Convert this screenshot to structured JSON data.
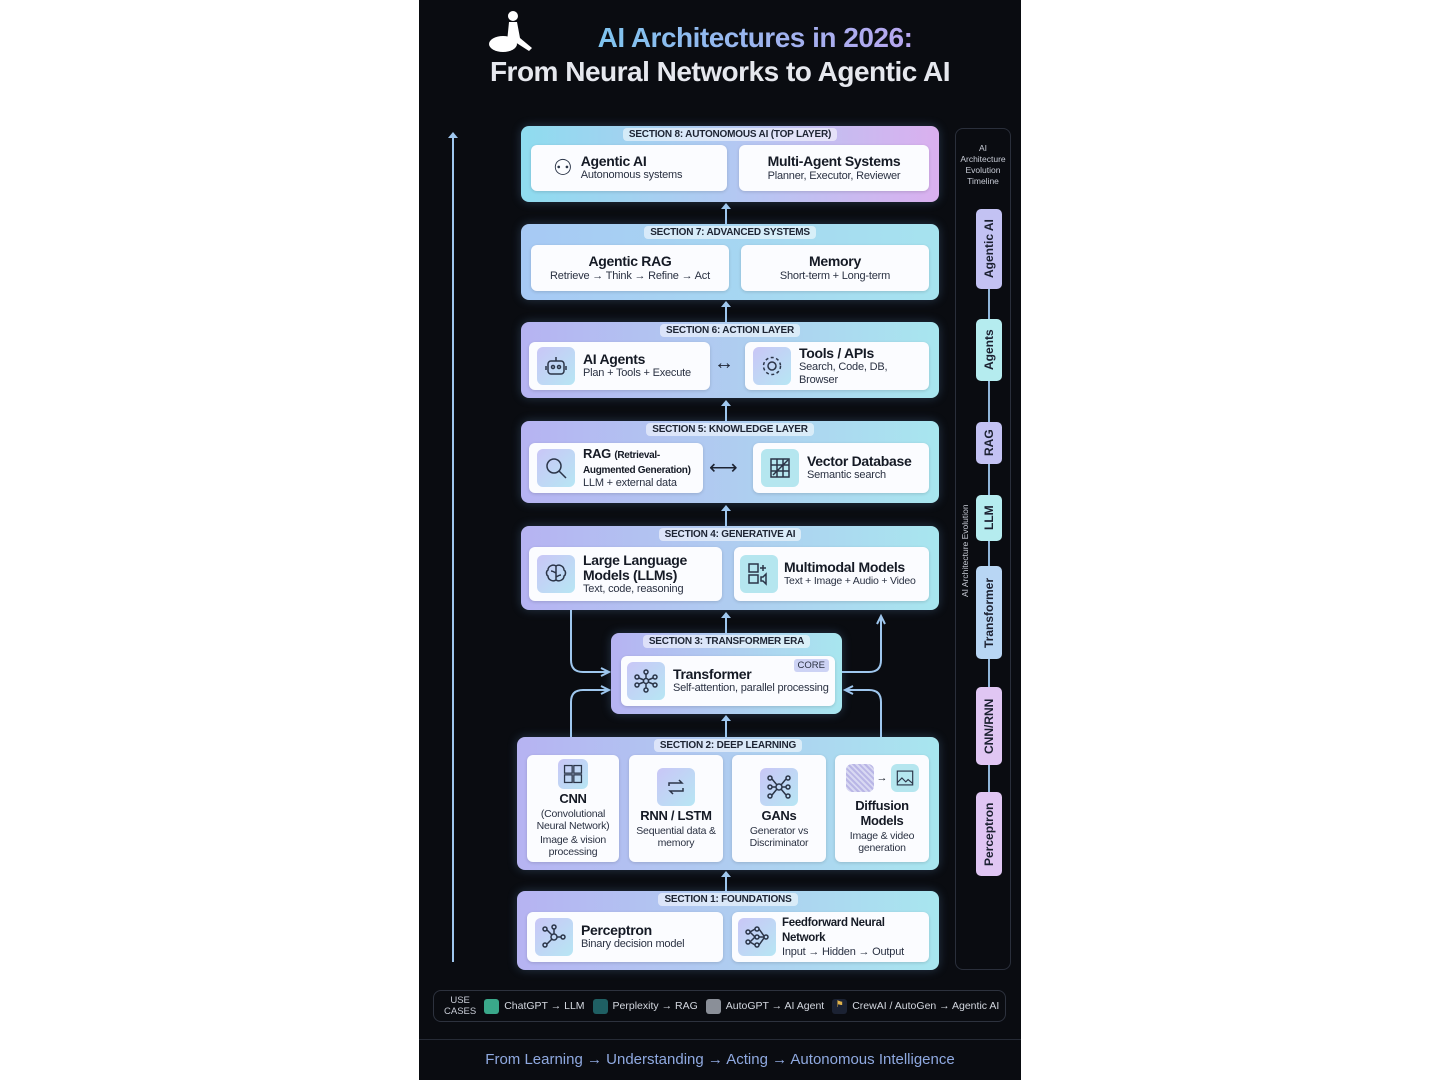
{
  "header": {
    "title_line1": "AI Architectures in 2026:",
    "title_line2": "From Neural Networks to Agentic AI"
  },
  "sections": {
    "s8": {
      "label": "SECTION 8: AUTONOMOUS AI (TOP LAYER)",
      "cards": [
        {
          "title": "Agentic AI",
          "subtitle": "Autonomous systems",
          "icon": "robots-icon"
        },
        {
          "title": "Multi-Agent Systems",
          "subtitle": "Planner, Executor, Reviewer"
        }
      ]
    },
    "s7": {
      "label": "SECTION 7: ADVANCED SYSTEMS",
      "cards": [
        {
          "title": "Agentic RAG",
          "subtitle": "Retrieve → Think → Refine → Act"
        },
        {
          "title": "Memory",
          "subtitle": "Short-term + Long-term"
        }
      ]
    },
    "s6": {
      "label": "SECTION 6: ACTION LAYER",
      "connector": "↔",
      "cards": [
        {
          "title": "AI Agents",
          "subtitle": "Plan + Tools + Execute",
          "icon": "robot-icon"
        },
        {
          "title": "Tools / APIs",
          "subtitle": "Search, Code, DB, Browser",
          "icon": "gear-icon"
        }
      ]
    },
    "s5": {
      "label": "SECTION 5: KNOWLEDGE LAYER",
      "connector": "⟷",
      "cards": [
        {
          "title": "RAG",
          "title_note": "(Retrieval-Augmented Generation)",
          "subtitle": "LLM + external data",
          "icon": "search-icon"
        },
        {
          "title": "Vector Database",
          "subtitle": "Semantic search",
          "icon": "vector-grid-icon"
        }
      ]
    },
    "s4": {
      "label": "SECTION 4: GENERATIVE AI",
      "cards": [
        {
          "title": "Large Language Models (LLMs)",
          "subtitle": "Text, code, reasoning",
          "icon": "brain-icon"
        },
        {
          "title": "Multimodal Models",
          "subtitle": "Text + Image + Audio + Video",
          "icon": "multimodal-icon"
        }
      ]
    },
    "s3": {
      "label": "SECTION 3: TRANSFORMER ERA",
      "badge": "CORE",
      "cards": [
        {
          "title": "Transformer",
          "subtitle": "Self-attention, parallel processing",
          "icon": "network-icon"
        }
      ]
    },
    "s2": {
      "label": "SECTION 2: DEEP LEARNING",
      "cards": [
        {
          "title": "CNN",
          "title_note": "(Convolutional Neural Network)",
          "subtitle": "Image & vision processing",
          "icon": "image-grid-icon"
        },
        {
          "title": "RNN / LSTM",
          "subtitle": "Sequential data & memory",
          "icon": "loop-icon"
        },
        {
          "title": "GANs",
          "subtitle": "Generator vs Discriminator",
          "icon": "gan-network-icon"
        },
        {
          "title": "Diffusion Models",
          "subtitle": "Image & video generation",
          "icon": "noise-to-image-icon"
        }
      ]
    },
    "s1": {
      "label": "SECTION 1: FOUNDATIONS",
      "cards": [
        {
          "title": "Perceptron",
          "subtitle": "Binary decision model",
          "icon": "perceptron-icon"
        },
        {
          "title": "Feedforward Neural Network",
          "subtitle": "Input → Hidden → Output",
          "icon": "feedforward-icon"
        }
      ]
    }
  },
  "timeline": {
    "title": "AI Architecture Evolution Timeline",
    "side_label": "AI Architecture Evolution",
    "items": [
      "Agentic AI",
      "Agents",
      "RAG",
      "LLM",
      "Transformer",
      "CNN/RNN",
      "Perceptron"
    ]
  },
  "use_cases": {
    "label": "USE CASES",
    "items": [
      {
        "text": "ChatGPT → LLM",
        "color": "#3aa88a"
      },
      {
        "text": "Perplexity → RAG",
        "color": "#1f5f63"
      },
      {
        "text": "AutoGPT → AI Agent",
        "color": "#8a8f98"
      },
      {
        "text": "CrewAI / AutoGen → Agentic AI",
        "color": "#1b2233"
      }
    ]
  },
  "footer": {
    "tagline": "From Learning → Understanding → Acting → Autonomous Intelligence"
  }
}
